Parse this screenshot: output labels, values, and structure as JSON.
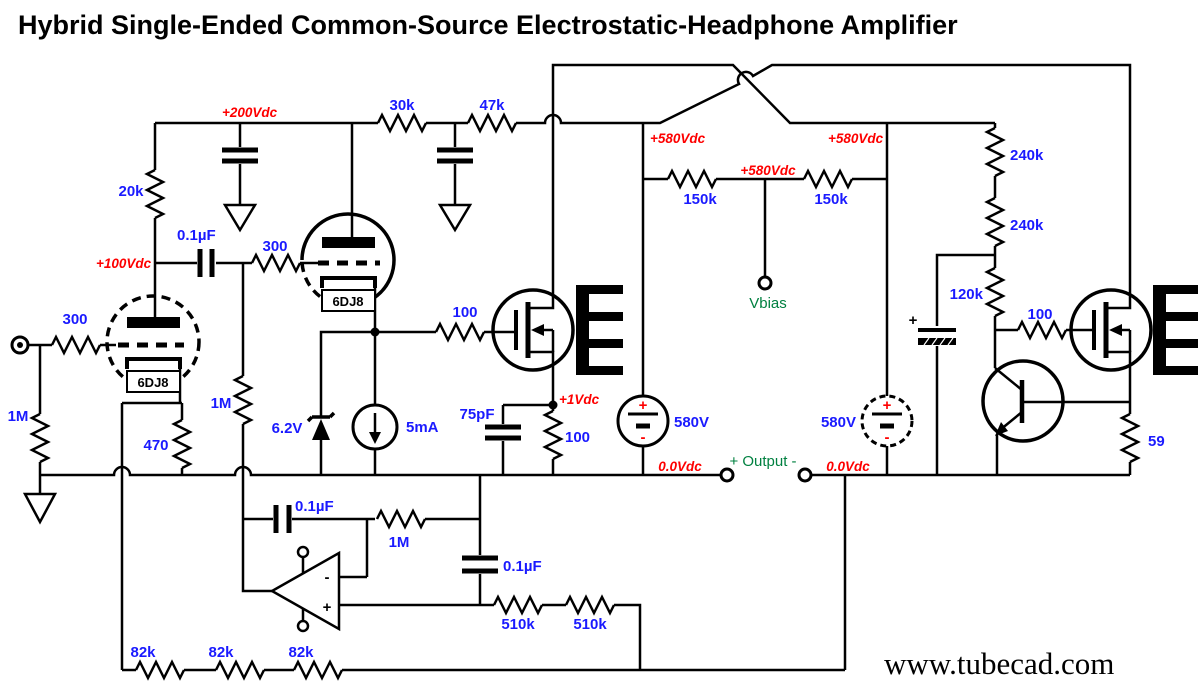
{
  "title": "Hybrid Single-Ended Common-Source Electrostatic-Headphone Amplifier",
  "watermark": "www.tubecad.com",
  "colors": {
    "label_blue": "#1a1aff",
    "supply_red": "#fe0000",
    "signal_green": "#008040",
    "wire": "#000000"
  },
  "labels": {
    "supply_200": "+200Vdc",
    "supply_100": "+100Vdc",
    "supply_580_left": "+580Vdc",
    "supply_580_center": "+580Vdc",
    "supply_580_right": "+580Vdc",
    "v_1vdc": "+1Vdc",
    "v_00_left": "0.0Vdc",
    "v_00_right": "0.0Vdc",
    "r_20k": "20k",
    "r_30k": "30k",
    "r_47k": "47k",
    "r_300_input": "300",
    "r_300_stage2": "300",
    "r_1m_input": "1M",
    "r_470": "470",
    "r_1m_grid": "1M",
    "r_100_gate1": "100",
    "r_100_source": "100",
    "r_150k_left": "150k",
    "r_150k_right": "150k",
    "r_240k_1": "240k",
    "r_240k_2": "240k",
    "r_120k": "120k",
    "r_100_gate2": "100",
    "r_59": "59",
    "r_1m_fb": "1M",
    "r_510k_1": "510k",
    "r_510k_2": "510k",
    "r_82k_1": "82k",
    "r_82k_2": "82k",
    "r_82k_3": "82k",
    "c_01uf_coupling": "0.1µF",
    "c_01uf_fb": "0.1µF",
    "c_01uf_servo": "0.1µF",
    "c_75pf": "75pF",
    "zener": "6.2V",
    "ccs": "5mA",
    "tube1": "6DJ8",
    "tube2": "6DJ8",
    "battery_left": "580V",
    "battery_right": "580V",
    "vbias": "Vbias",
    "output": "+ Output -",
    "plus": "+",
    "minus": "-",
    "opamp_minus": "-",
    "opamp_plus": "+"
  }
}
